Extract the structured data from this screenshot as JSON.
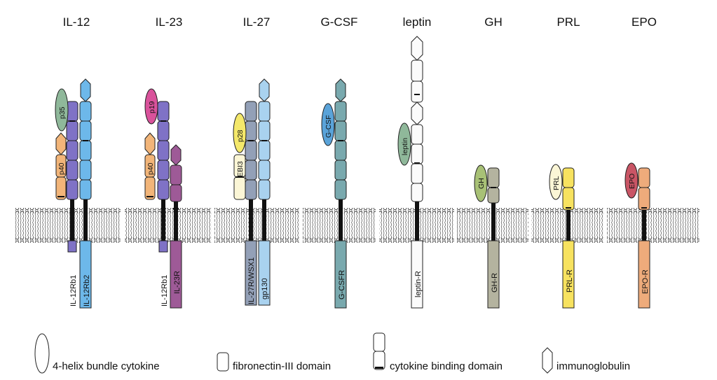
{
  "colors": {
    "purple": "#7f72c6",
    "blue": "#6db8ea",
    "teal": "#79a9ae",
    "slate": "#93a0b7",
    "lightblue": "#a9d2ef",
    "magenta": "#9e5a97",
    "orange": "#f2b579",
    "green": "#8fb89a",
    "pink": "#d9529b",
    "yellow": "#f4e86a",
    "cream": "#fbf6d6",
    "white": "#fbfbfb",
    "khaki": "#b4b39f",
    "prl_yellow": "#f7e25f",
    "epo_orange": "#eeab7b",
    "epo_red": "#c95565",
    "gh_green": "#a8c176"
  },
  "columns": [
    {
      "title": "IL-12",
      "chains": [
        "IL-12Rb1",
        "IL-12Rb2"
      ],
      "cytokines": [
        "p35",
        "p40"
      ]
    },
    {
      "title": "IL-23",
      "chains": [
        "IL-12Rb1",
        "IL-23R"
      ],
      "cytokines": [
        "p19",
        "p40"
      ]
    },
    {
      "title": "IL-27",
      "chains": [
        "IL-27R/WSX1",
        "gp130"
      ],
      "cytokines": [
        "p28",
        "EBI3"
      ]
    },
    {
      "title": "G-CSF",
      "chains": [
        "G-CSFR"
      ],
      "cytokines": [
        "G-CSF"
      ]
    },
    {
      "title": "leptin",
      "chains": [
        "leptin-R"
      ],
      "cytokines": [
        "leptin"
      ]
    },
    {
      "title": "GH",
      "chains": [
        "GH-R"
      ],
      "cytokines": [
        "GH"
      ]
    },
    {
      "title": "PRL",
      "chains": [
        "PRL-R"
      ],
      "cytokines": [
        "PRL"
      ]
    },
    {
      "title": "EPO",
      "chains": [
        "EPO-R"
      ],
      "cytokines": [
        "EPO"
      ]
    }
  ],
  "legend": [
    {
      "label": "4-helix bundle cytokine",
      "icon": "ellipse"
    },
    {
      "label": "fibronectin-III domain",
      "icon": "rounded-rect"
    },
    {
      "label": "cytokine binding domain",
      "icon": "cbd-pair"
    },
    {
      "label": "immunoglobulin",
      "icon": "hexagon"
    }
  ]
}
